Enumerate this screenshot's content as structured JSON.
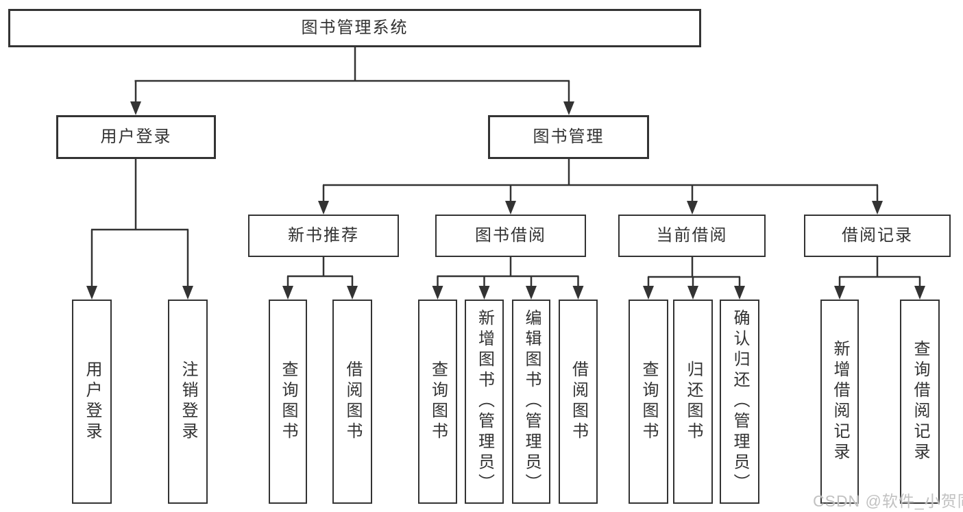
{
  "diagram": {
    "watermark": "CSDN @软件_小贺同学",
    "colors": {
      "line": "#333333",
      "box_border": "#333333",
      "box_fill": "#ffffff",
      "text": "#323232",
      "watermark": "#bebebe"
    },
    "tree": {
      "root": "图书管理系统",
      "branches": [
        {
          "label": "用户登录",
          "children": [
            "用户登录",
            "注销登录"
          ]
        },
        {
          "label": "图书管理",
          "groups": [
            {
              "label": "新书推荐",
              "children": [
                "查询图书",
                "借阅图书"
              ]
            },
            {
              "label": "图书借阅",
              "children": [
                "查询图书",
                "新增图书（管理员）",
                "编辑图书（管理员）",
                "借阅图书"
              ]
            },
            {
              "label": "当前借阅",
              "children": [
                "查询图书",
                "归还图书",
                "确认归还（管理员）"
              ]
            },
            {
              "label": "借阅记录",
              "children": [
                "新增借阅记录",
                "查询借阅记录"
              ]
            }
          ]
        }
      ]
    }
  }
}
